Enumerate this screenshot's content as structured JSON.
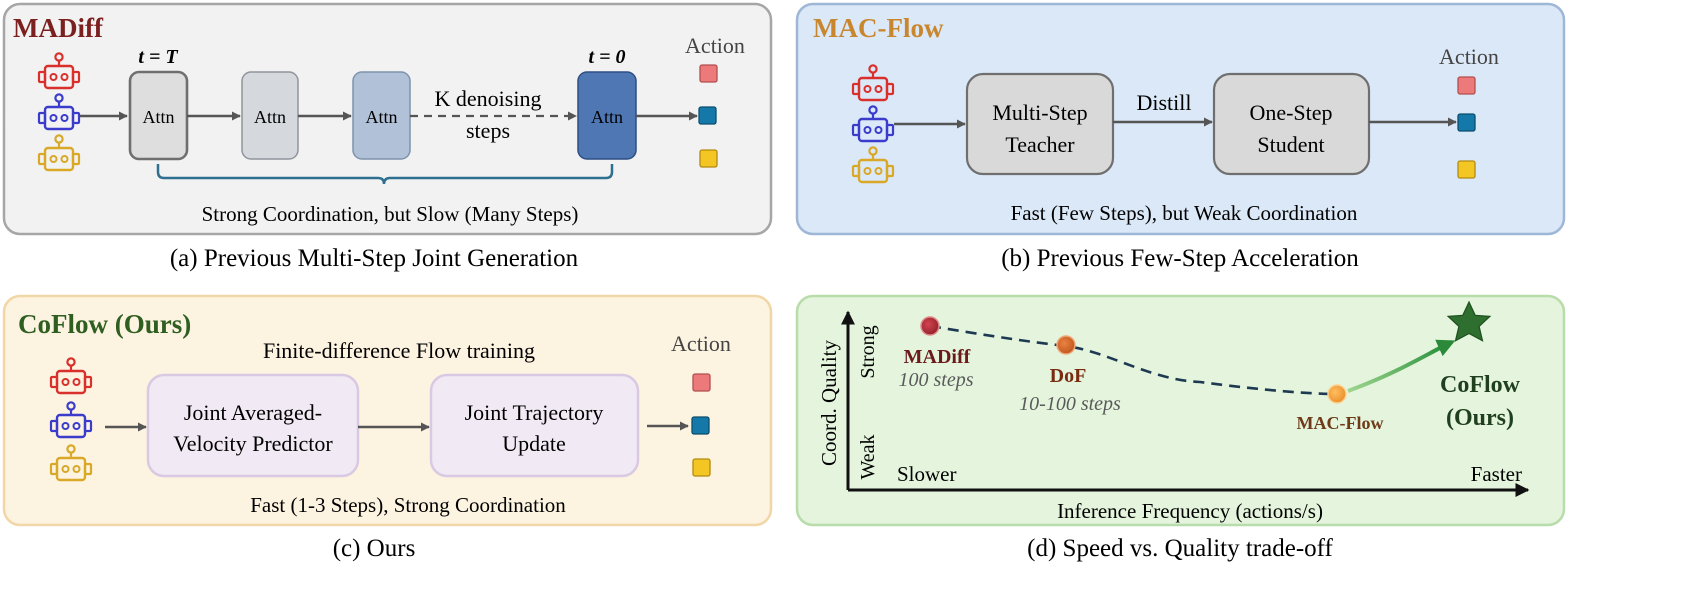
{
  "colors": {
    "panel_a_bg": "#f2f2f2",
    "panel_a_border": "#a6a6a6",
    "panel_b_bg": "#dbe8f8",
    "panel_b_border": "#9fb7d6",
    "panel_c_bg": "#fdf3e1",
    "panel_c_border": "#f1d7a7",
    "panel_d_bg": "#e4f4dd",
    "panel_d_border": "#b8dcaa",
    "madiff_title": "#7b1f1f",
    "macflow_title": "#c8872e",
    "coflow_title": "#2e5e20",
    "robot_red": "#d9302c",
    "robot_blue": "#3b3bcc",
    "robot_yellow": "#d8a826",
    "action_red": "#ec7a7a",
    "action_blue": "#1479a8",
    "action_yellow": "#f3c623",
    "arrow": "#555555",
    "brace": "#2f6f8f",
    "star": "#2e6e2e"
  },
  "icons": {
    "robot": "robot-icon",
    "action": "action-square-icon",
    "star": "star-icon"
  },
  "panel_a": {
    "title": "MADiff",
    "attn_label": "Attn",
    "t_start": "t = T",
    "t_end": "t = 0",
    "denoise_line1": "K denoising",
    "denoise_line2": "steps",
    "action_label": "Action",
    "summary": "Strong Coordination, but Slow (Many Steps)",
    "caption": "(a) Previous Multi-Step Joint Generation"
  },
  "panel_b": {
    "title": "MAC-Flow",
    "teacher_line1": "Multi-Step",
    "teacher_line2": "Teacher",
    "distill": "Distill",
    "student_line1": "One-Step",
    "student_line2": "Student",
    "action_label": "Action",
    "summary": "Fast (Few Steps), but Weak Coordination",
    "caption": "(b) Previous Few-Step Acceleration"
  },
  "panel_c": {
    "title": "CoFlow (Ours)",
    "subtitle": "Finite-difference Flow training",
    "box1_line1": "Joint Averaged-",
    "box1_line2": "Velocity Predictor",
    "box2_line1": "Joint Trajectory",
    "box2_line2": "Update",
    "action_label": "Action",
    "summary": "Fast (1-3 Steps), Strong Coordination",
    "caption": "(c) Ours"
  },
  "panel_d": {
    "ylabel": "Coord. Quality",
    "y_strong": "Strong",
    "y_weak": "Weak",
    "x_slow": "Slower",
    "x_fast": "Faster",
    "xlabel": "Inference Frequency (actions/s)",
    "caption": "(d) Speed vs. Quality trade-off",
    "points": {
      "madiff_name": "MADiff",
      "madiff_steps": "100 steps",
      "madiff_color": "#b52a35",
      "dof_name": "DoF",
      "dof_steps": "10-100 steps",
      "dof_color": "#d9682a",
      "macflow_name": "MAC-Flow",
      "macflow_color": "#f5a13a",
      "coflow_line1": "CoFlow",
      "coflow_line2": "(Ours)"
    }
  }
}
